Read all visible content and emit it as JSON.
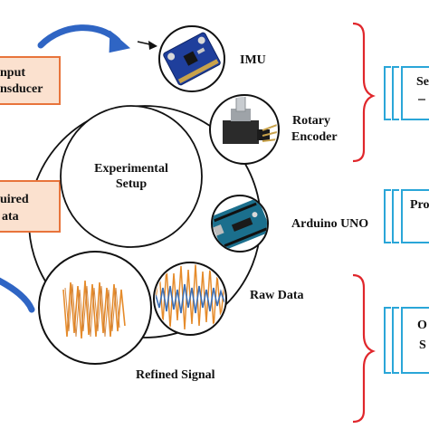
{
  "colors": {
    "input_box_fill": "#fbe1cf",
    "input_box_stroke": "#e8743b",
    "arrow_blue": "#2f65c4",
    "brace_red": "#e0262b",
    "cyan": "#2aa6d8",
    "signal_orange": "#e58b2b",
    "signal_blue": "#3b6fb6"
  },
  "left_boxes": {
    "top": {
      "line1": "nput",
      "line2": "nsducer"
    },
    "bottom": {
      "line1": "uired",
      "line2": "ata"
    }
  },
  "center": {
    "line1": "Experimental",
    "line2": "Setup"
  },
  "components": {
    "imu": "IMU",
    "encoder_line1": "Rotary",
    "encoder_line2": "Encoder",
    "arduino": "Arduino UNO",
    "raw": "Raw Data",
    "refined": "Refined Signal"
  },
  "icons": {
    "imu": "imu-sensor-board-icon",
    "encoder": "rotary-encoder-icon",
    "arduino": "arduino-board-icon",
    "raw": "raw-signal-waveform-icon",
    "refined": "refined-signal-waveform-icon"
  },
  "right_stages": {
    "top": {
      "line1": "Se",
      "line2": ""
    },
    "middle": {
      "line1": "Pro"
    },
    "bottom": {
      "line1": "O",
      "line2": "S"
    }
  }
}
